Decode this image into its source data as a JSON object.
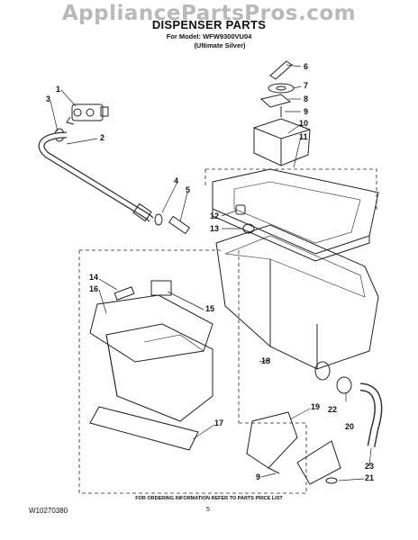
{
  "watermark": "AppliancePartsPros.com",
  "header": {
    "title": "DISPENSER PARTS",
    "model_line": "For Model: WFW9300VU04",
    "finish_line": "(Ultimate Silver)"
  },
  "callouts": [
    "1",
    "2",
    "3",
    "4",
    "5",
    "6",
    "7",
    "8",
    "9",
    "10",
    "11",
    "12",
    "13",
    "14",
    "15",
    "16",
    "17",
    "18",
    "19",
    "20",
    "21",
    "22",
    "23",
    "9"
  ],
  "footer": {
    "note": "FOR ORDERING INFORMATION REFER TO PARTS PRICE LIST",
    "doc_id": "W10270380",
    "page": "5"
  }
}
